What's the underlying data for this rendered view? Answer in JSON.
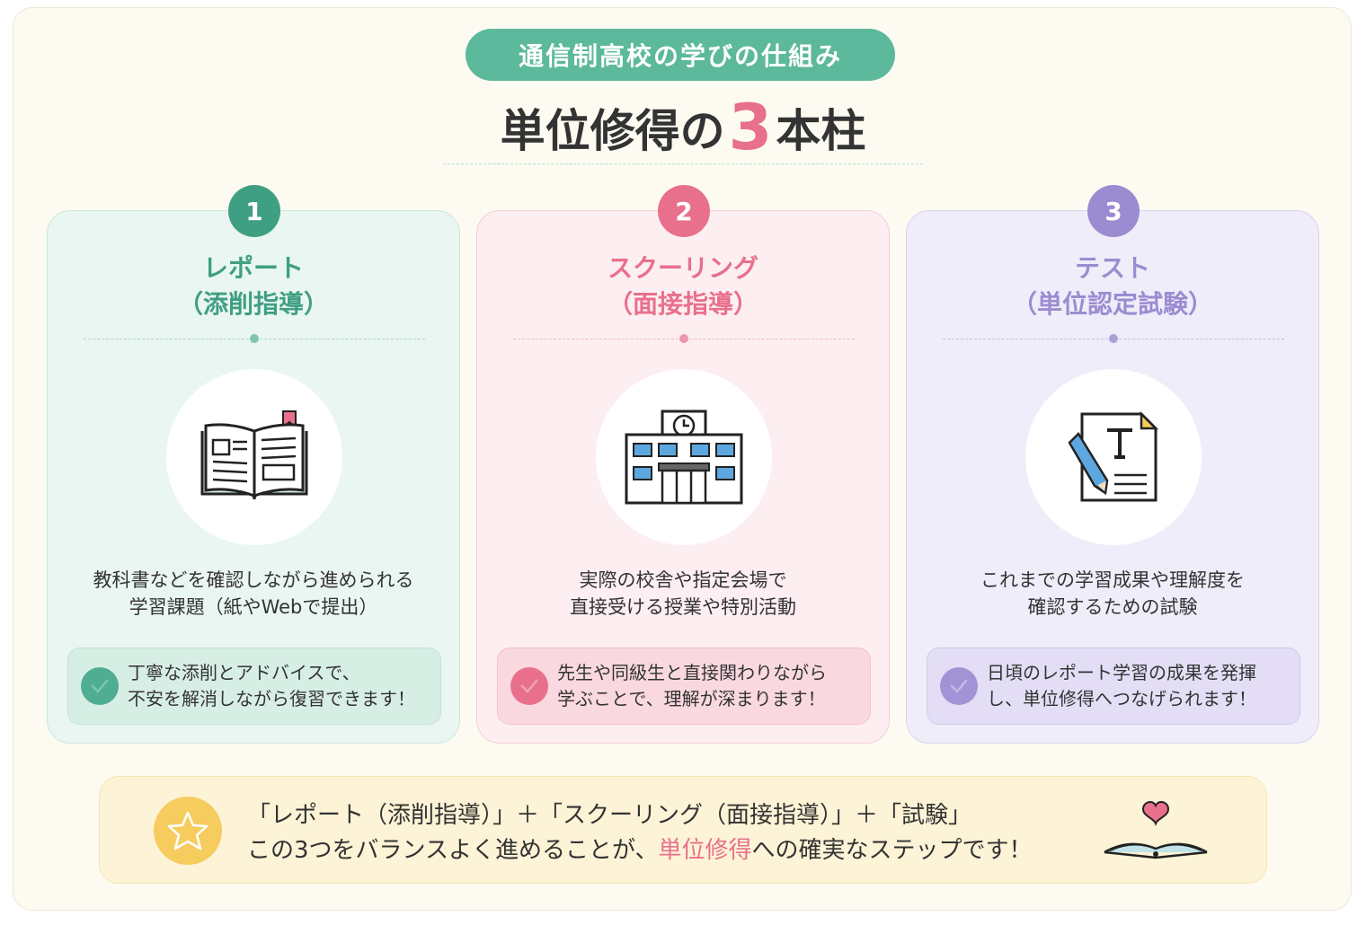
{
  "header": {
    "pill": "通信制高校の学びの仕組み",
    "title_before": "単位修得の",
    "title_number": "3",
    "title_after": "本柱"
  },
  "cards": [
    {
      "number": "1",
      "title": "レポート",
      "subtitle": "（添削指導）",
      "icon": "open-book-icon",
      "desc_line1": "教科書などを確認しながら進められる",
      "desc_line2": "学習課題（紙やWebで提出）",
      "note_line1": "丁寧な添削とアドバイスで、",
      "note_line2": "不安を解消しながら復習できます！",
      "color": "#3f9f83"
    },
    {
      "number": "2",
      "title": "スクーリング",
      "subtitle": "（面接指導）",
      "icon": "school-building-icon",
      "desc_line1": "実際の校舎や指定会場で",
      "desc_line2": "直接受ける授業や特別活動",
      "note_line1": "先生や同級生と直接関わりながら",
      "note_line2": "学ぶことで、理解が深まります！",
      "color": "#e8708c"
    },
    {
      "number": "3",
      "title": "テスト",
      "subtitle": "（単位認定試験）",
      "icon": "test-paper-pencil-icon",
      "desc_line1": "これまでの学習成果や理解度を",
      "desc_line2": "確認するための試験",
      "note_line1": "日頃のレポート学習の成果を発揮",
      "note_line2": "し、単位修得へつなげられます！",
      "color": "#9b8cd1"
    }
  ],
  "summary": {
    "line1": "「レポート（添削指導）」＋「スクーリング（面接指導）」＋「試験」",
    "line2_before": "この3つをバランスよく進めることが、",
    "line2_highlight": "単位修得",
    "line2_after": "への確実なステップです！",
    "left_icon": "star-icon",
    "right_icon": "book-heart-icon"
  }
}
